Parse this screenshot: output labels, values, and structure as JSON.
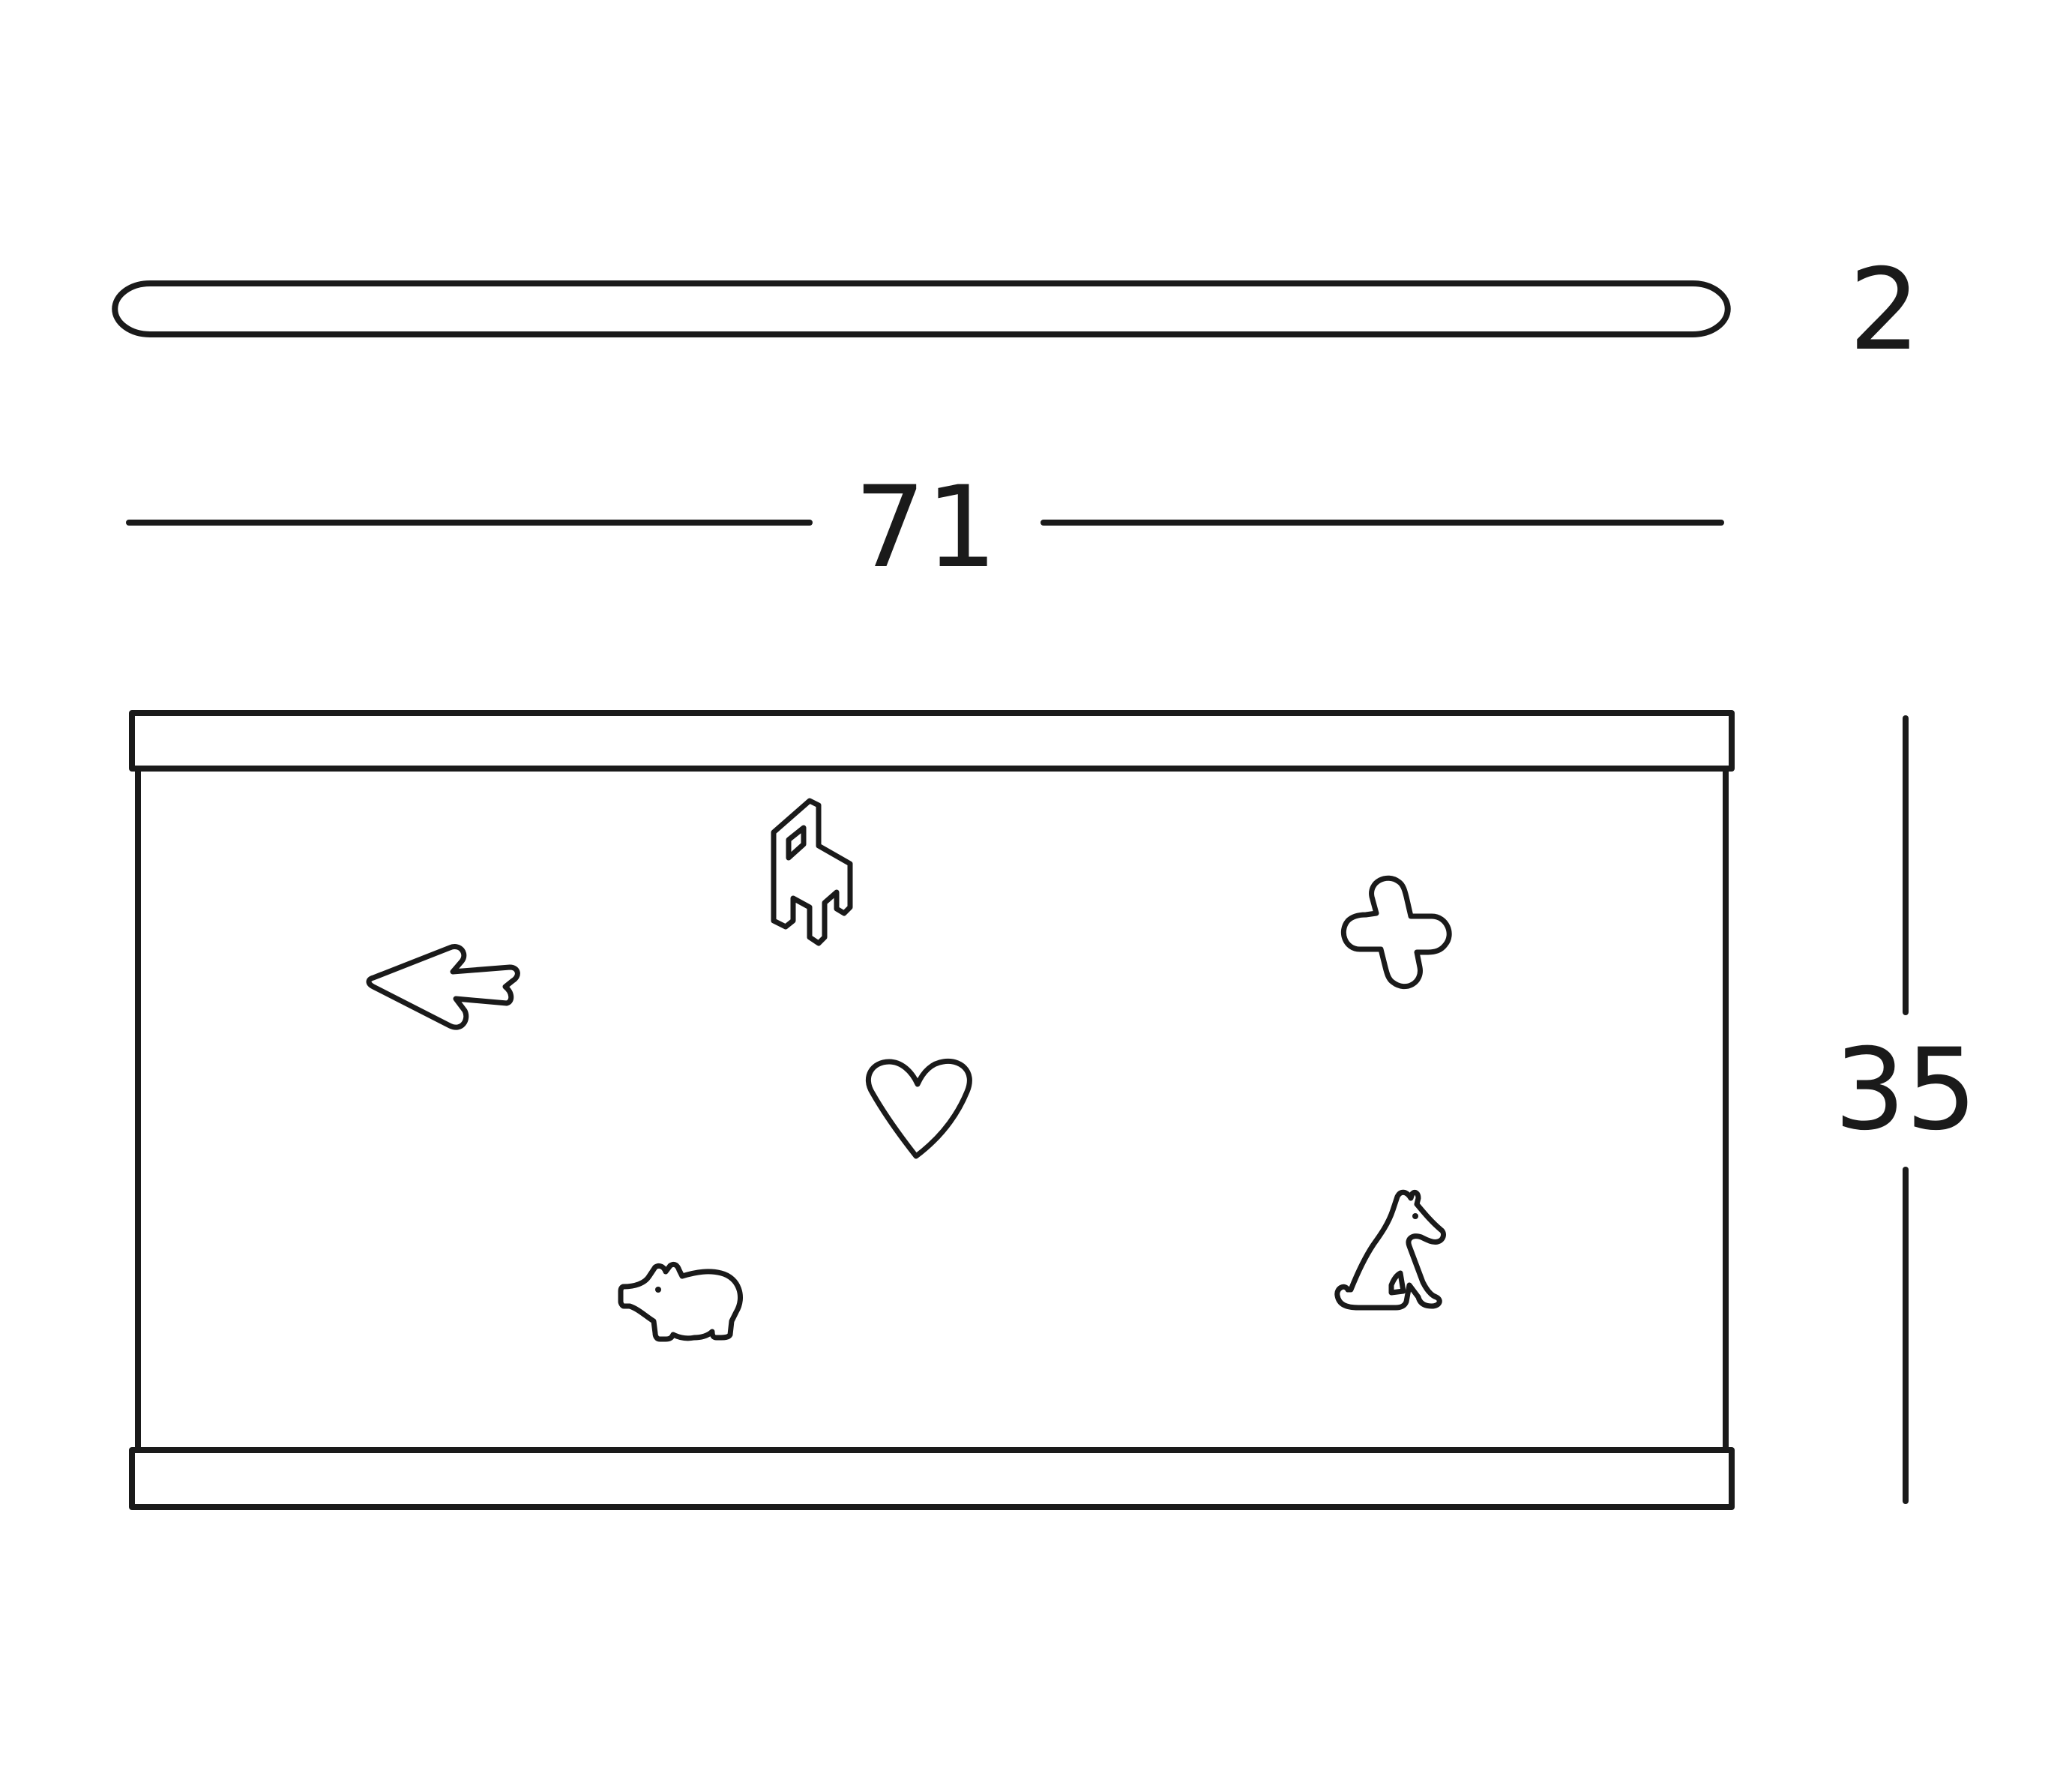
{
  "dimensions": {
    "thickness": "2",
    "width": "71",
    "height": "35"
  },
  "colors": {
    "line": "#1a1a1a",
    "background": "#ffffff"
  },
  "icons": [
    "chair-icon",
    "arrow-icon",
    "cross-icon",
    "heart-icon",
    "pig-icon",
    "dog-icon"
  ]
}
